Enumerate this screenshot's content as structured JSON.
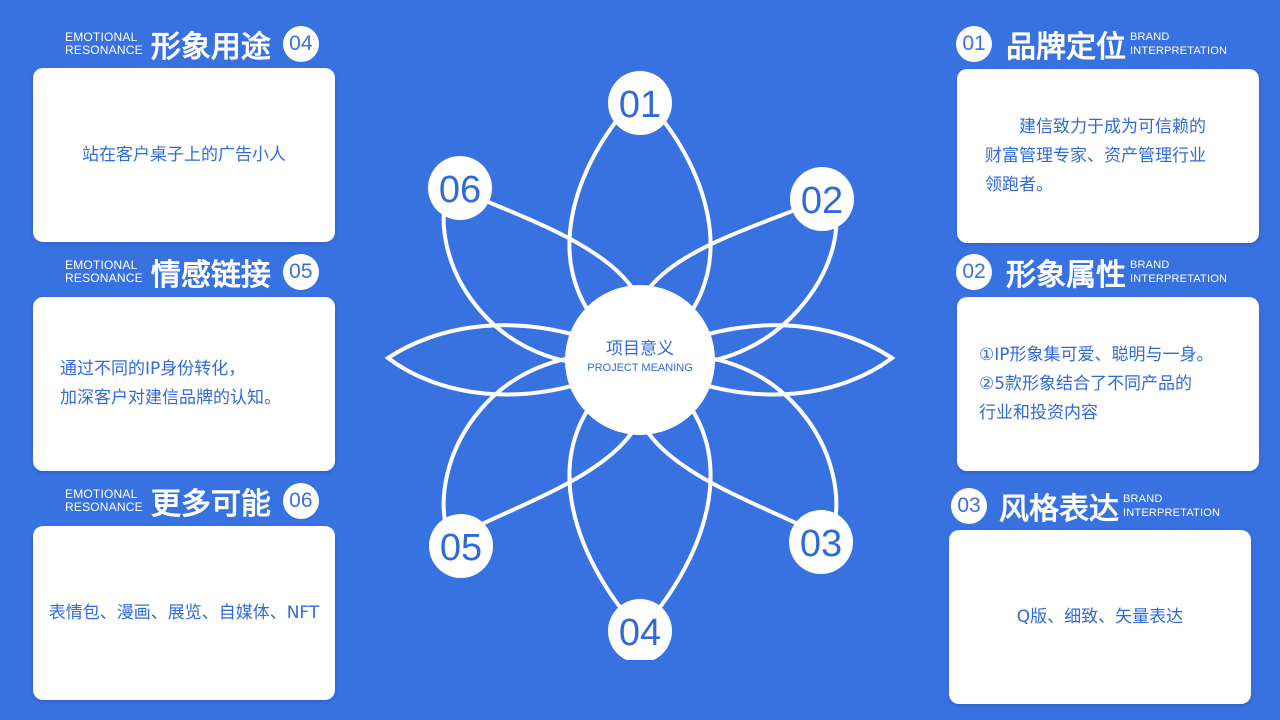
{
  "left_sections": [
    {
      "sub": [
        "EMOTIONAL",
        "RESONANCE"
      ],
      "title": "形象用途",
      "num": "04",
      "lines": [
        "站在客户桌子上的广告小人"
      ]
    },
    {
      "sub": [
        "EMOTIONAL",
        "RESONANCE"
      ],
      "title": "情感链接",
      "num": "05",
      "lines": [
        "通过不同的IP身份转化，",
        "加深客户对建信品牌的认知。"
      ]
    },
    {
      "sub": [
        "EMOTIONAL",
        "RESONANCE"
      ],
      "title": "更多可能",
      "num": "06",
      "lines": [
        "表情包、漫画、展览、自媒体、NFT"
      ]
    }
  ],
  "right_sections": [
    {
      "sub": [
        "BRAND",
        "INTERPRETATION"
      ],
      "title": "品牌定位",
      "num": "01",
      "lines": [
        "　　建信致力于成为可信赖的",
        "财富管理专家、资产管理行业",
        "领跑者。"
      ]
    },
    {
      "sub": [
        "BRAND",
        "INTERPRETATION"
      ],
      "title": "形象属性",
      "num": "02",
      "lines": [
        "①IP形象集可爱、聪明与一身。",
        "②5款形象结合了不同产品的",
        "行业和投资内容"
      ]
    },
    {
      "sub": [
        "BRAND",
        "INTERPRETATION"
      ],
      "title": "风格表达",
      "num": "03",
      "lines": [
        "Q版、细致、矢量表达"
      ]
    }
  ],
  "center": {
    "title": "项目意义",
    "subtitle": "PROJECT MEANING"
  },
  "petal_numbers": [
    "01",
    "02",
    "03",
    "04",
    "05",
    "06"
  ],
  "colors": {
    "background": "#3871e0",
    "card_text": "#2f6ad9",
    "white": "#ffffff"
  }
}
